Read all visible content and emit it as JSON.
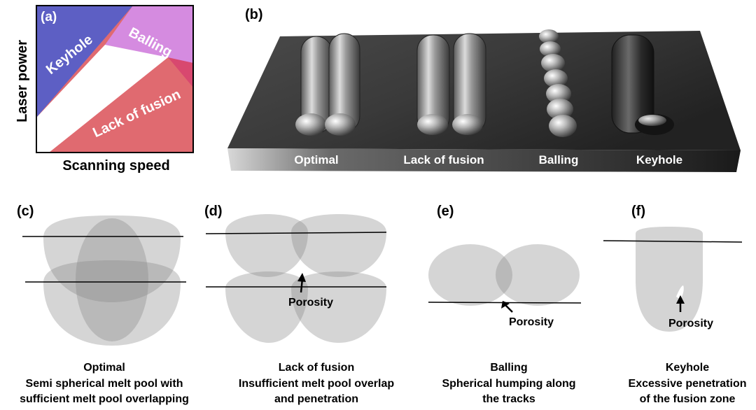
{
  "panel_a": {
    "label": "(a)",
    "y_axis_label": "Laser power",
    "x_axis_label": "Scanning speed",
    "regions": {
      "keyhole": "Keyhole",
      "balling": "Balling",
      "lack_of_fusion": "Lack of fusion"
    },
    "colors": {
      "keyhole": "#5d5fc4",
      "balling": "#d58be0",
      "lack_of_fusion": "#e06a70",
      "overlap": "#d8486f",
      "optimal": "#ffffff"
    }
  },
  "panel_b": {
    "label": "(b)",
    "tracks": [
      {
        "label": "Optimal"
      },
      {
        "label": "Lack of fusion"
      },
      {
        "label": "Balling"
      },
      {
        "label": "Keyhole"
      }
    ]
  },
  "panel_c": {
    "label": "(c)",
    "caption_title": "Optimal",
    "caption_lines": [
      "Semi spherical melt pool with",
      "sufficient melt pool overlapping"
    ]
  },
  "panel_d": {
    "label": "(d)",
    "porosity_label": "Porosity",
    "caption_title": "Lack of fusion",
    "caption_lines": [
      "Insufficient melt pool overlap",
      "and penetration"
    ]
  },
  "panel_e": {
    "label": "(e)",
    "porosity_label": "Porosity",
    "caption_title": "Balling",
    "caption_lines": [
      "Spherical humping along",
      "the tracks"
    ]
  },
  "panel_f": {
    "label": "(f)",
    "porosity_label": "Porosity",
    "caption_title": "Keyhole",
    "caption_lines": [
      "Excessive penetration",
      "of the fusion zone"
    ]
  }
}
